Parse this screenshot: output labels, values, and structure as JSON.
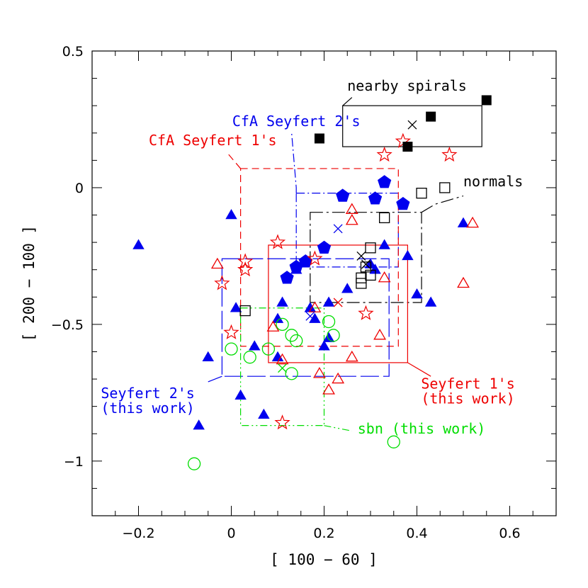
{
  "chart_data": {
    "type": "scatter",
    "title": "",
    "xlabel": "[ 100 − 60 ]",
    "ylabel": "[ 200 − 100 ]",
    "xlim": [
      -0.3,
      0.7
    ],
    "ylim": [
      -1.2,
      0.5
    ],
    "xticks": [
      -0.2,
      0,
      0.2,
      0.4,
      0.6
    ],
    "xtick_labels": [
      "−0.2",
      "0",
      "0.2",
      "0.4",
      "0.6"
    ],
    "yticks": [
      -1,
      -0.5,
      0,
      0.5
    ],
    "ytick_labels": [
      "−1",
      "−0.5",
      "0",
      "0.5"
    ],
    "grid": false,
    "colors": {
      "blue": "#0000ee",
      "red": "#ee0000",
      "green": "#00dd00",
      "black": "#000000"
    },
    "series": [
      {
        "marker": "filled-triangle",
        "color": "#0000ee",
        "points": [
          [
            -0.2,
            -0.21
          ],
          [
            0,
            -0.1
          ],
          [
            0.01,
            -0.44
          ],
          [
            -0.05,
            -0.62
          ],
          [
            -0.07,
            -0.87
          ],
          [
            0.02,
            -0.76
          ],
          [
            0.07,
            -0.83
          ],
          [
            0.05,
            -0.58
          ],
          [
            0.1,
            -0.62
          ],
          [
            0.1,
            -0.48
          ],
          [
            0.11,
            -0.42
          ],
          [
            0.17,
            -0.44
          ],
          [
            0.18,
            -0.48
          ],
          [
            0.2,
            -0.58
          ],
          [
            0.21,
            -0.55
          ],
          [
            0.21,
            -0.42
          ],
          [
            0.25,
            -0.37
          ],
          [
            0.3,
            -0.28
          ],
          [
            0.31,
            -0.3
          ],
          [
            0.33,
            -0.21
          ],
          [
            0.38,
            -0.25
          ],
          [
            0.4,
            -0.39
          ],
          [
            0.43,
            -0.42
          ],
          [
            0.5,
            -0.13
          ],
          [
            0.14,
            -0.3
          ]
        ]
      },
      {
        "marker": "filled-pentagon",
        "color": "#0000ee",
        "points": [
          [
            0.24,
            -0.03
          ],
          [
            0.31,
            -0.04
          ],
          [
            0.33,
            0.02
          ],
          [
            0.37,
            -0.06
          ],
          [
            0.2,
            -0.22
          ],
          [
            0.16,
            -0.27
          ],
          [
            0.14,
            -0.29
          ],
          [
            0.12,
            -0.33
          ]
        ]
      },
      {
        "marker": "open-triangle",
        "color": "#ee0000",
        "points": [
          [
            -0.03,
            -0.28
          ],
          [
            0.26,
            -0.08
          ],
          [
            0.26,
            -0.12
          ],
          [
            0.33,
            -0.33
          ],
          [
            0.32,
            -0.54
          ],
          [
            0.18,
            -0.44
          ],
          [
            0.09,
            -0.51
          ],
          [
            0.19,
            -0.68
          ],
          [
            0.21,
            -0.74
          ],
          [
            0.23,
            -0.7
          ],
          [
            0.26,
            -0.62
          ],
          [
            0.5,
            -0.35
          ],
          [
            0.52,
            -0.13
          ],
          [
            0.11,
            -0.63
          ]
        ]
      },
      {
        "marker": "open-star",
        "color": "#ee0000",
        "points": [
          [
            0.37,
            0.17
          ],
          [
            0.33,
            0.12
          ],
          [
            0.47,
            0.12
          ],
          [
            0.1,
            -0.2
          ],
          [
            0.03,
            -0.27
          ],
          [
            0.03,
            -0.3
          ],
          [
            -0.02,
            -0.35
          ],
          [
            0.18,
            -0.26
          ],
          [
            0.29,
            -0.46
          ],
          [
            0,
            -0.53
          ],
          [
            0.11,
            -0.86
          ]
        ]
      },
      {
        "marker": "open-circle",
        "color": "#00dd00",
        "points": [
          [
            -0.08,
            -1.01
          ],
          [
            0,
            -0.59
          ],
          [
            0.04,
            -0.62
          ],
          [
            0.08,
            -0.59
          ],
          [
            0.11,
            -0.5
          ],
          [
            0.13,
            -0.54
          ],
          [
            0.14,
            -0.56
          ],
          [
            0.13,
            -0.68
          ],
          [
            0.21,
            -0.49
          ],
          [
            0.22,
            -0.54
          ],
          [
            0.35,
            -0.93
          ]
        ]
      },
      {
        "marker": "open-square",
        "color": "#000000",
        "points": [
          [
            0.41,
            -0.02
          ],
          [
            0.46,
            0
          ],
          [
            0.33,
            -0.11
          ],
          [
            0.3,
            -0.22
          ],
          [
            0.29,
            -0.29
          ],
          [
            0.3,
            -0.32
          ],
          [
            0.28,
            -0.33
          ],
          [
            0.28,
            -0.35
          ],
          [
            0.03,
            -0.45
          ]
        ]
      },
      {
        "marker": "filled-square",
        "color": "#000000",
        "points": [
          [
            0.19,
            0.18
          ],
          [
            0.38,
            0.15
          ],
          [
            0.43,
            0.26
          ],
          [
            0.55,
            0.32
          ]
        ]
      },
      {
        "marker": "cross",
        "color": "#000000",
        "points": [
          [
            0.39,
            0.23
          ],
          [
            0.28,
            -0.25
          ],
          [
            0.29,
            -0.28
          ]
        ]
      },
      {
        "marker": "cross",
        "color": "#0000ee",
        "points": [
          [
            0.23,
            -0.15
          ],
          [
            0.17,
            -0.47
          ]
        ]
      },
      {
        "marker": "cross",
        "color": "#ee0000",
        "points": [
          [
            0.23,
            -0.42
          ]
        ]
      },
      {
        "marker": "cross",
        "color": "#00dd00",
        "points": [
          [
            0.11,
            -0.66
          ]
        ]
      }
    ],
    "regions": [
      {
        "label_lines": [
          "nearby spirals"
        ],
        "color": "#000000",
        "dash": "none",
        "box": [
          0.24,
          0.54,
          0.15,
          0.3
        ],
        "label_at": [
          0.25,
          0.355
        ],
        "anchor": "start",
        "leader": [
          [
            0.24,
            0.3
          ],
          [
            0.26,
            0.33
          ]
        ]
      },
      {
        "label_lines": [
          "CfA Seyfert 2's"
        ],
        "color": "#0000ee",
        "dash": "12 4 2 4",
        "box": [
          0.14,
          0.36,
          -0.29,
          -0.02
        ],
        "label_at": [
          0.14,
          0.225
        ],
        "anchor": "middle",
        "leader": [
          [
            0.14,
            -0.02
          ],
          [
            0.14,
            0.0
          ],
          [
            0.13,
            0.2
          ]
        ]
      },
      {
        "label_lines": [
          "CfA Seyfert 1's"
        ],
        "color": "#ee0000",
        "dash": "10 6",
        "box": [
          0.02,
          0.36,
          -0.58,
          0.07
        ],
        "label_at": [
          -0.04,
          0.155
        ],
        "anchor": "middle",
        "leader": [
          [
            0.02,
            0.07
          ],
          [
            -0.01,
            0.13
          ]
        ]
      },
      {
        "label_lines": [
          "normals"
        ],
        "color": "#000000",
        "dash": "18 5 3 5",
        "box": [
          0.17,
          0.41,
          -0.42,
          -0.09
        ],
        "label_at": [
          0.5,
          0.005
        ],
        "anchor": "start",
        "leader": [
          [
            0.41,
            -0.09
          ],
          [
            0.44,
            -0.06
          ],
          [
            0.5,
            -0.03
          ]
        ]
      },
      {
        "label_lines": [
          "Seyfert 1's",
          "(this work)"
        ],
        "color": "#ee0000",
        "dash": "none",
        "box": [
          0.08,
          0.38,
          -0.64,
          -0.21
        ],
        "label_at": [
          0.51,
          -0.735
        ],
        "anchor": "middle",
        "leader": [
          [
            0.38,
            -0.64
          ],
          [
            0.43,
            -0.69
          ]
        ]
      },
      {
        "label_lines": [
          "Seyfert 2's",
          "(this work)"
        ],
        "color": "#0000ee",
        "dash": "26 6",
        "box": [
          -0.02,
          0.34,
          -0.69,
          -0.26
        ],
        "label_at": [
          -0.18,
          -0.77
        ],
        "anchor": "middle",
        "leader": [
          [
            -0.02,
            -0.69
          ],
          [
            -0.05,
            -0.71
          ]
        ]
      },
      {
        "label_lines": [
          "sbn (this work)"
        ],
        "color": "#00dd00",
        "dash": "10 4 2 4 2 4",
        "box": [
          0.02,
          0.2,
          -0.87,
          -0.44
        ],
        "label_at": [
          0.41,
          -0.9
        ],
        "anchor": "middle",
        "leader": [
          [
            0.2,
            -0.87
          ],
          [
            0.26,
            -0.89
          ]
        ]
      }
    ]
  }
}
